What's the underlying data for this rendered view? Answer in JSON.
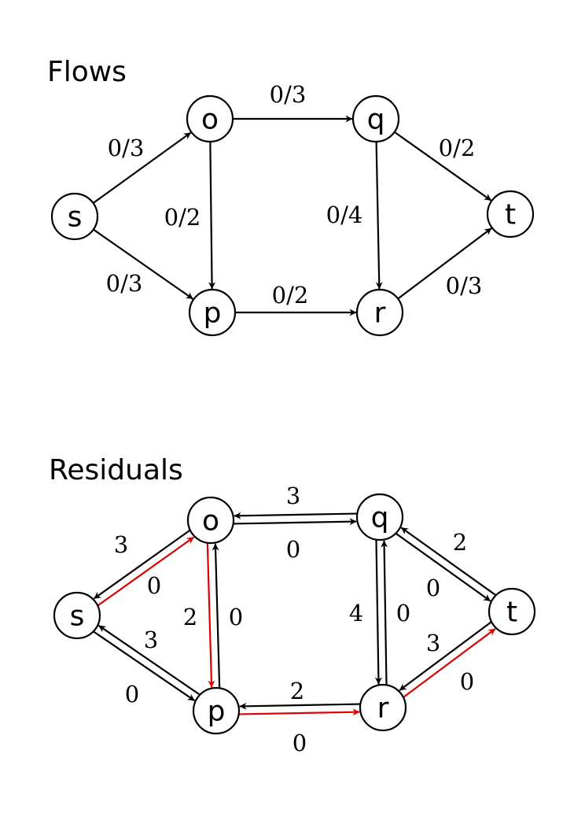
{
  "flows": {
    "title": "Flows",
    "nodes": [
      {
        "id": "s",
        "label": "s"
      },
      {
        "id": "o",
        "label": "o"
      },
      {
        "id": "p",
        "label": "p"
      },
      {
        "id": "q",
        "label": "q"
      },
      {
        "id": "r",
        "label": "r"
      },
      {
        "id": "t",
        "label": "t"
      }
    ],
    "edges": [
      {
        "from": "s",
        "to": "o",
        "label": "0/3",
        "highlighted": false
      },
      {
        "from": "s",
        "to": "p",
        "label": "0/3",
        "highlighted": false
      },
      {
        "from": "o",
        "to": "q",
        "label": "0/3",
        "highlighted": false
      },
      {
        "from": "o",
        "to": "p",
        "label": "0/2",
        "highlighted": false
      },
      {
        "from": "p",
        "to": "r",
        "label": "0/2",
        "highlighted": false
      },
      {
        "from": "q",
        "to": "r",
        "label": "0/4",
        "highlighted": false
      },
      {
        "from": "q",
        "to": "t",
        "label": "0/2",
        "highlighted": false
      },
      {
        "from": "r",
        "to": "t",
        "label": "0/3",
        "highlighted": false
      }
    ]
  },
  "residuals": {
    "title": "Residuals",
    "nodes": [
      {
        "id": "s",
        "label": "s"
      },
      {
        "id": "o",
        "label": "o"
      },
      {
        "id": "p",
        "label": "p"
      },
      {
        "id": "q",
        "label": "q"
      },
      {
        "id": "r",
        "label": "r"
      },
      {
        "id": "t",
        "label": "t"
      }
    ],
    "edges": [
      {
        "from": "s",
        "to": "o",
        "label": "3",
        "highlighted": true
      },
      {
        "from": "o",
        "to": "s",
        "label": "0",
        "highlighted": false
      },
      {
        "from": "s",
        "to": "p",
        "label": "3",
        "highlighted": false
      },
      {
        "from": "p",
        "to": "s",
        "label": "0",
        "highlighted": false
      },
      {
        "from": "o",
        "to": "q",
        "label": "3",
        "highlighted": false
      },
      {
        "from": "q",
        "to": "o",
        "label": "0",
        "highlighted": false
      },
      {
        "from": "o",
        "to": "p",
        "label": "2",
        "highlighted": true
      },
      {
        "from": "p",
        "to": "o",
        "label": "0",
        "highlighted": false
      },
      {
        "from": "p",
        "to": "r",
        "label": "2",
        "highlighted": true
      },
      {
        "from": "r",
        "to": "p",
        "label": "0",
        "highlighted": false
      },
      {
        "from": "q",
        "to": "r",
        "label": "4",
        "highlighted": false
      },
      {
        "from": "r",
        "to": "q",
        "label": "0",
        "highlighted": false
      },
      {
        "from": "q",
        "to": "t",
        "label": "2",
        "highlighted": false
      },
      {
        "from": "t",
        "to": "q",
        "label": "0",
        "highlighted": false
      },
      {
        "from": "r",
        "to": "t",
        "label": "3",
        "highlighted": true
      },
      {
        "from": "t",
        "to": "r",
        "label": "0",
        "highlighted": false
      }
    ]
  },
  "colors": {
    "default_edge": "#000000",
    "highlight_edge": "#e00000",
    "node_fill": "#ffffff",
    "node_stroke": "#000000"
  }
}
